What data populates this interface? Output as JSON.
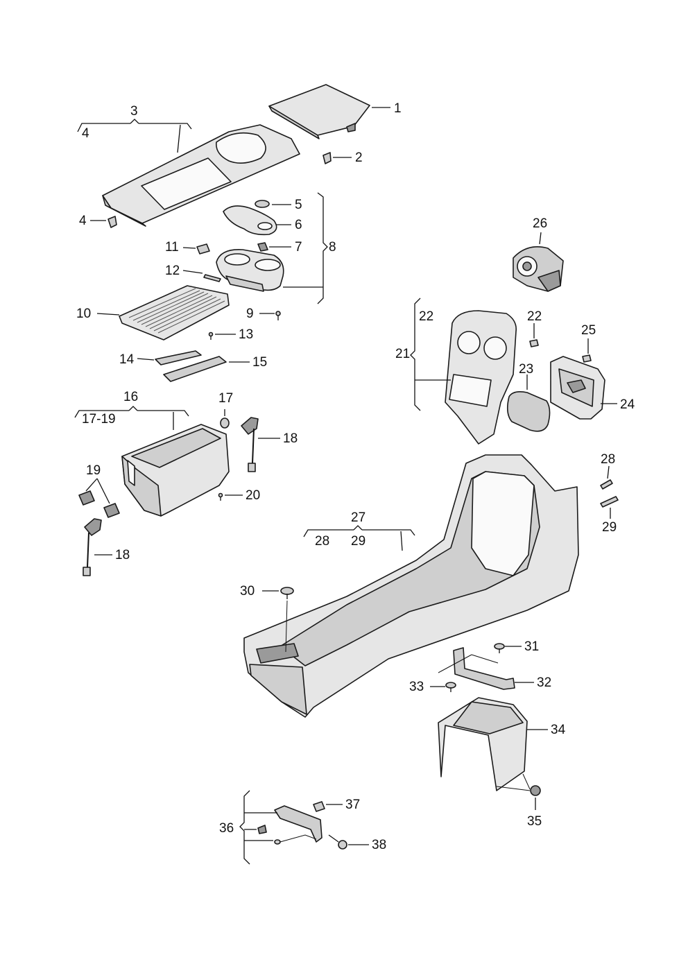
{
  "callouts": {
    "c1": "1",
    "c2": "2",
    "c3": "3",
    "c3sub": "4",
    "c4": "4",
    "c5": "5",
    "c6": "6",
    "c7": "7",
    "c8": "8",
    "c9": "9",
    "c10": "10",
    "c11": "11",
    "c12": "12",
    "c13": "13",
    "c14": "14",
    "c15": "15",
    "c16": "16",
    "c16sub": "17-19",
    "c17": "17",
    "c18a": "18",
    "c18b": "18",
    "c19": "19",
    "c20": "20",
    "c21": "21",
    "c22a": "22",
    "c22b": "22",
    "c23": "23",
    "c24": "24",
    "c25": "25",
    "c26": "26",
    "c27": "27",
    "c27sub1": "28",
    "c27sub2": "29",
    "c28": "28",
    "c29": "29",
    "c30": "30",
    "c31": "31",
    "c32": "32",
    "c33": "33",
    "c34": "34",
    "c35": "35",
    "c36": "36",
    "c37": "37",
    "c38": "38"
  },
  "colors": {
    "line": "#111111",
    "part_light": "#e6e6e6",
    "part_mid": "#cfcfcf",
    "part_dark": "#9a9a9a"
  }
}
